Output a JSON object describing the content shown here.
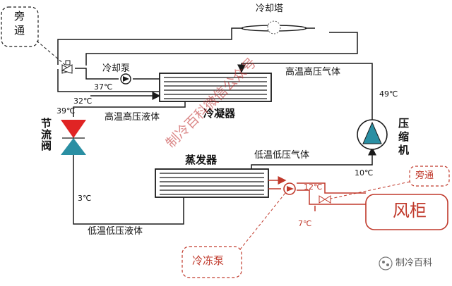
{
  "labels": {
    "cooling_tower": "冷却塔",
    "bypass_top": "旁\n通",
    "cooling_pump": "冷却泵",
    "hot_gas_top": "高温高压气体",
    "temp_37": "37℃",
    "temp_32": "32℃",
    "temp_39": "39℃",
    "temp_49": "49℃",
    "hot_liquid": "高温高压液体",
    "condenser": "冷凝器",
    "throttle_valve": "节\n流\n阀",
    "compressor": "压\n缩\n机",
    "evaporator": "蒸发器",
    "low_gas": "低温低压气体",
    "temp_10": "10℃",
    "temp_3": "3℃",
    "low_liquid": "低温低压液体",
    "temp_12": "12℃",
    "temp_7": "7℃",
    "bypass_right": "旁通",
    "fan_coil": "风柜",
    "chilled_pump": "冷冻泵",
    "watermark": "制冷百科微信公众号",
    "brand": "制冷百科"
  },
  "colors": {
    "pipe": "#1a1a1a",
    "valve_red": "#e02424",
    "valve_teal": "#2a8fa3",
    "chilled_red": "#c0392b"
  }
}
